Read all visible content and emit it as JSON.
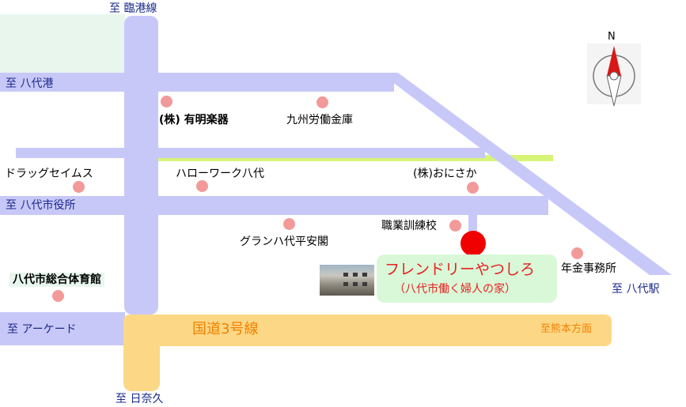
{
  "map": {
    "compass": {
      "north_label": "N"
    },
    "directions": {
      "rinkou": "至 臨港線",
      "yatsushiro_port": "至 八代港",
      "city_office": "至 八代市役所",
      "arcade": "至 アーケード",
      "hinagu": "至 日奈久",
      "yatsushiro_station": "至 八代駅",
      "kumamoto": "至熊本方面"
    },
    "route": {
      "label": "国道3号線"
    },
    "landmarks": [
      {
        "id": "ariake",
        "label": "(株) 有明楽器"
      },
      {
        "id": "kyushu_rokin",
        "label": "九州労働金庫"
      },
      {
        "id": "drugstore",
        "label": "ドラッグセイムス"
      },
      {
        "id": "hellowork",
        "label": "ハローワーク八代"
      },
      {
        "id": "onisaka",
        "label": "(株)おにさか"
      },
      {
        "id": "grand",
        "label": "グランハ代平安閣"
      },
      {
        "id": "shokugyo",
        "label": "職業訓練校"
      },
      {
        "id": "pension",
        "label": "年金事務所"
      },
      {
        "id": "gym",
        "label": "八代市総合体育館"
      }
    ],
    "destination": {
      "name": "フレンドリーやつしろ",
      "subtitle": "（八代市働く婦人の家）"
    },
    "colors": {
      "road": "#c8c8f8",
      "national_route": "#fcd886",
      "rail": "#d8f478",
      "park": "#e8f6ee",
      "landmark_dot": "#f29a9a",
      "destination_dot": "#f00000",
      "destination_text": "#e82020",
      "route_text": "#f08000",
      "direction_text": "#1a2a8a"
    }
  }
}
